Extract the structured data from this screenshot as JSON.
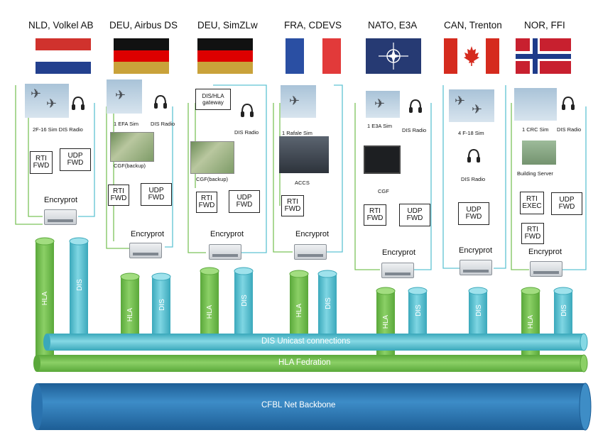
{
  "sites": [
    {
      "title": "NLD, Volkel AB",
      "flag": "nld"
    },
    {
      "title": "DEU, Airbus DS",
      "flag": "deu"
    },
    {
      "title": "DEU, SimZLw",
      "flag": "deu"
    },
    {
      "title": "FRA, CDEVS",
      "flag": "fra"
    },
    {
      "title": "NATO, E3A",
      "flag": "nato"
    },
    {
      "title": "CAN, Trenton",
      "flag": "can"
    },
    {
      "title": "NOR, FFI",
      "flag": "nor"
    }
  ],
  "captions": {
    "nld_sim": "2F-16 Sim DIS Radio",
    "deu1_efa": "1 EFA Sim",
    "deu1_radio": "DIS Radio",
    "deu1_cgf": "CGF(backup)",
    "deu2_gateway": "DIS/HLA gateway",
    "deu2_radio": "DIS Radio",
    "deu2_cgf": "CGF(backup)",
    "fra_sim": "1 Rafale Sim",
    "fra_accs": "ACCS",
    "nato_sim": "1 E3A Sim",
    "nato_radio": "DIS Radio",
    "nato_cgf": "CGF",
    "can_sim": "4 F-18 Sim",
    "can_radio": "DIS Radio",
    "nor_sim": "1 CRC Sim",
    "nor_radio": "DIS Radio",
    "nor_building": "Building Server"
  },
  "boxes": {
    "rti_fwd": "RTI\nFWD",
    "udp_fwd": "UDP\nFWD",
    "rti_exec": "RTI\nEXEC"
  },
  "encryptor_label": "Encryprot",
  "cylinders": {
    "hla": "HLA",
    "dis": "DIS"
  },
  "bars": {
    "dis": "DIS Unicast connections",
    "hla": "HLA Fedration",
    "backbone": "CFBL Net Backbone"
  },
  "colors": {
    "green": "#7cc35a",
    "cyan": "#5fc3d3",
    "blue": "#2d77b3",
    "line": "#8fa8b8"
  }
}
